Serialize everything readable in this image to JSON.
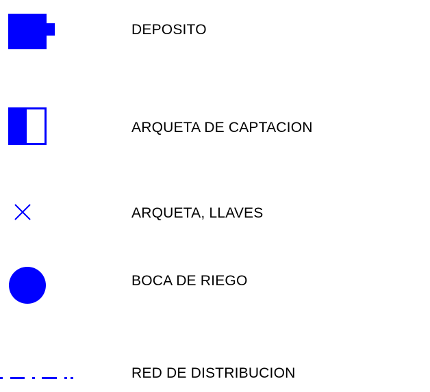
{
  "legend": {
    "items": [
      {
        "label": "DEPOSITO",
        "icon": "tank-icon"
      },
      {
        "label": "ARQUETA DE CAPTACION",
        "icon": "catchment-box-icon"
      },
      {
        "label": "ARQUETA, LLAVES",
        "icon": "valve-box-cross-icon"
      },
      {
        "label": "BOCA DE RIEGO",
        "icon": "irrigation-hydrant-icon"
      },
      {
        "label": "RED DE DISTRIBUCION",
        "icon": "distribution-line-icon"
      }
    ],
    "symbol_color": "#0000ff",
    "text_color": "#000000"
  }
}
